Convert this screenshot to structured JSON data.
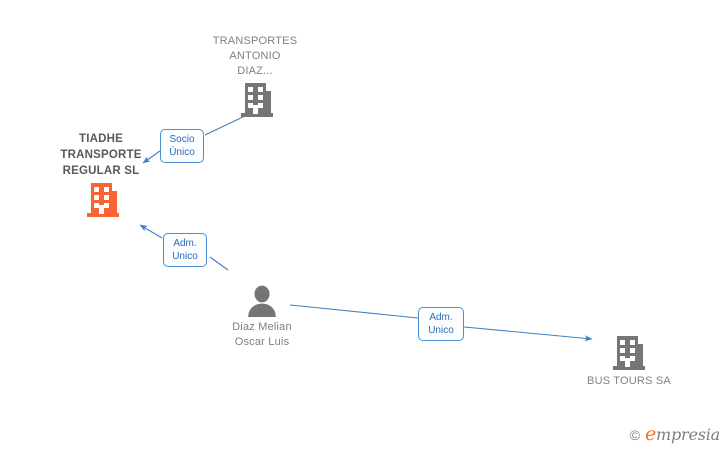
{
  "diagram": {
    "type": "corporate-relationship-network",
    "background_color": "#ffffff",
    "accent_blue": "#3f80c8",
    "highlight_orange": "#fa6432",
    "node_gray": "#757575",
    "label_gray": "#808080"
  },
  "nodes": [
    {
      "id": "transportes-antonio-diaz",
      "label": "TRANSPORTES\nANTONIO\nDIAZ...",
      "icon": "building-icon",
      "icon_color": "#757575",
      "highlighted": false
    },
    {
      "id": "tiadhe-transporte-regular-sl",
      "label": "TIADHE\nTRANSPORTE\nREGULAR SL",
      "icon": "building-icon",
      "icon_color": "#fa6432",
      "highlighted": true
    },
    {
      "id": "diaz-melian-oscar-luis",
      "label": "Diaz Melian\nOscar Luis",
      "icon": "person-icon",
      "icon_color": "#757575",
      "highlighted": false
    },
    {
      "id": "bus-tours-sa",
      "label": "BUS TOURS SA",
      "icon": "building-icon",
      "icon_color": "#757575",
      "highlighted": false
    }
  ],
  "edges": [
    {
      "id": "edge-socio-unico",
      "from": "transportes-antonio-diaz",
      "to": "tiadhe-transporte-regular-sl",
      "label": "Socio\nÚnico"
    },
    {
      "id": "edge-adm-unico-tiadhe",
      "from": "diaz-melian-oscar-luis",
      "to": "tiadhe-transporte-regular-sl",
      "label": "Adm.\nUnico"
    },
    {
      "id": "edge-adm-unico-bus-tours",
      "from": "diaz-melian-oscar-luis",
      "to": "bus-tours-sa",
      "label": "Adm.\nUnico"
    }
  ],
  "watermark": {
    "copyright_symbol": "©",
    "brand_initial": "e",
    "brand_rest": "mpresia"
  }
}
